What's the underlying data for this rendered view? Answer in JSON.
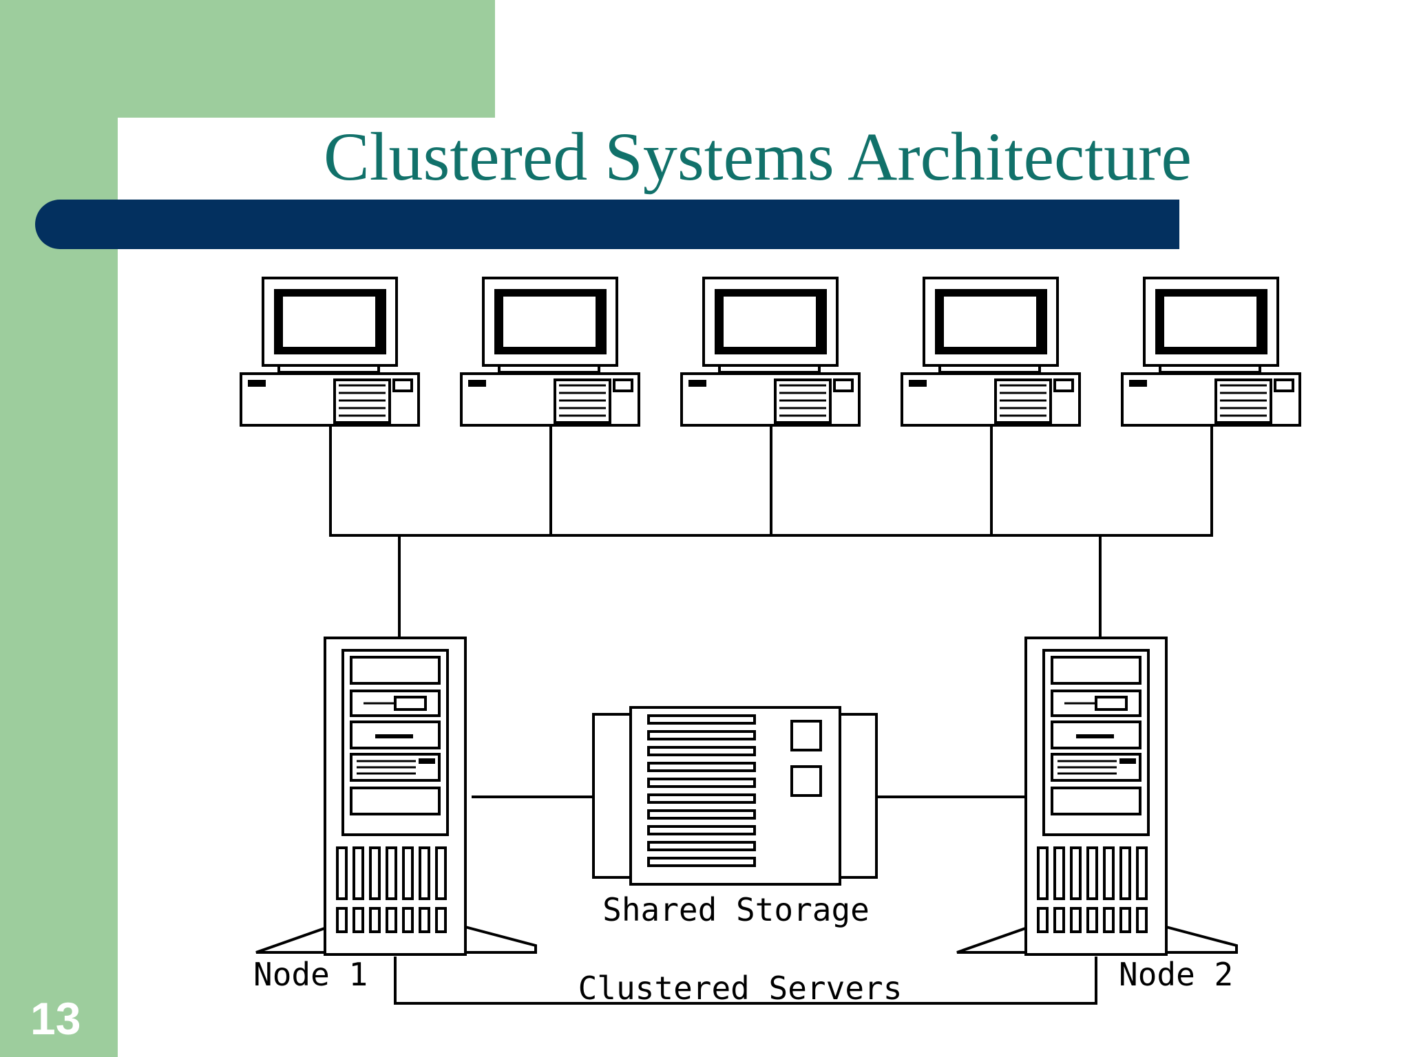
{
  "slide": {
    "title": "Clustered Systems Architecture",
    "number": "13"
  },
  "diagram": {
    "clients": 5,
    "shared_storage_label": "Shared Storage",
    "clustered_servers_label": "Clustered Servers",
    "nodes": [
      {
        "label": "Node 1"
      },
      {
        "label": "Node 2"
      }
    ]
  },
  "colors": {
    "green_accent": "#9dcd9d",
    "title_bar": "#03305f",
    "title_text": "#11716a"
  }
}
